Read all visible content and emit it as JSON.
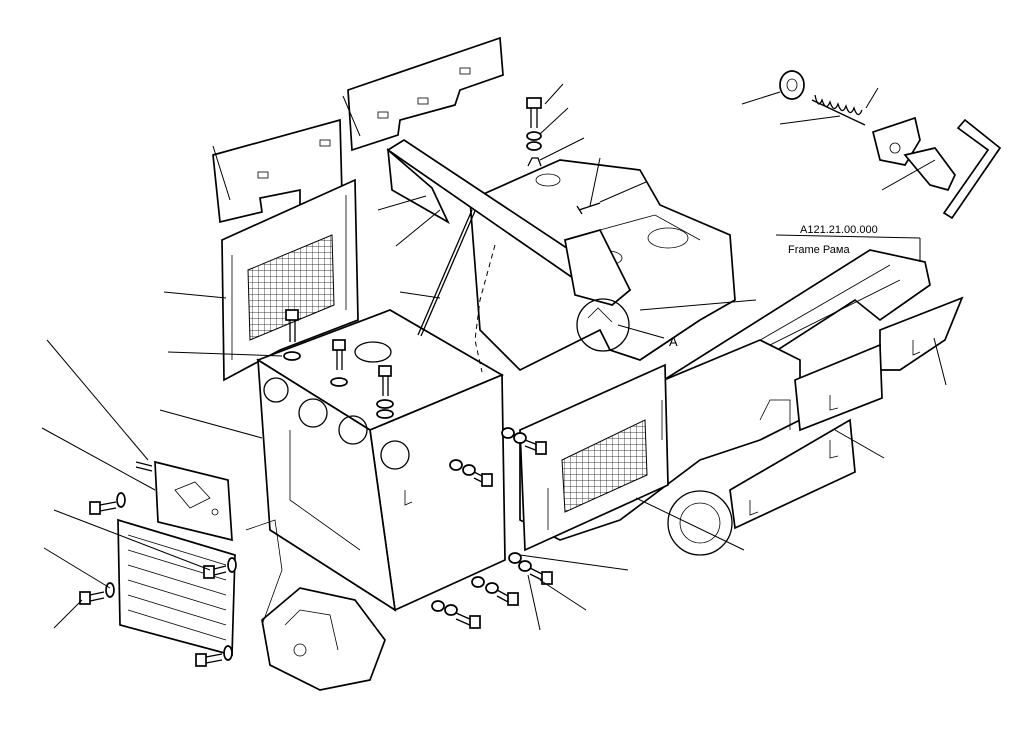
{
  "frame_label": {
    "code": "A121.21.00.000",
    "name": "Frame Рама"
  },
  "detail_marker": "A"
}
